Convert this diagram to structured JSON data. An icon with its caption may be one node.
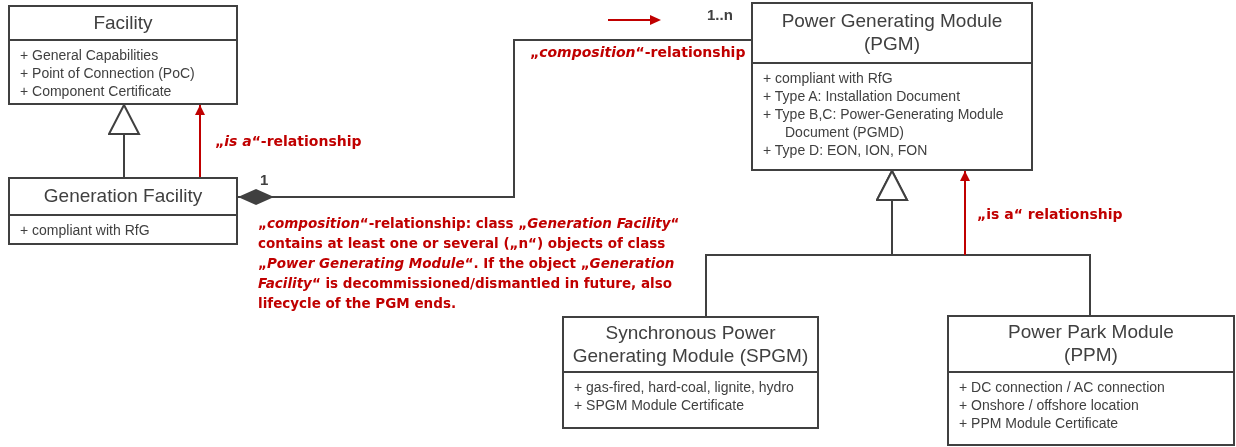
{
  "diagram": {
    "nodes": [
      {
        "text": [
          "Facility",
          "+ General Capabilities",
          "+ Point of Connection (PoC)",
          "+ Component Certificate"
        ]
      },
      {
        "text": [
          "Generation Facility",
          "+ compliant with RfG"
        ]
      },
      {
        "text": [
          "Power Generating Module (PGM)",
          "+ compliant with RfG",
          "+ Type A: Installation Document",
          "+ Type B,C: Power-Generating Module Document (PGMD)",
          "+ Type D: EON, ION, FON"
        ]
      },
      {
        "text": [
          "Synchronous Power Generating Module (SPGM)",
          "+ gas-fired, hard-coal, lignite, hydro",
          "+ SPGM Module Certificate"
        ]
      },
      {
        "text": [
          "Power Park Module (PPM)",
          "+ DC connection / AC connection",
          "+ Onshore / offshore location",
          "+ PPM Module Certificate"
        ]
      }
    ],
    "edges": [
      {
        "from": 1,
        "to": 0,
        "arrow": "to"
      },
      {
        "from": 1,
        "to": 0,
        "arrow": "to",
        "label": "„*is a*“-relationship",
        "color": "#c00000"
      },
      {
        "from": 1,
        "to": 2,
        "arrow": "other",
        "label": "„*composition*“-relationship"
      },
      {
        "from": 3,
        "to": 2,
        "arrow": "to"
      },
      {
        "from": 4,
        "to": 2,
        "arrow": "to"
      },
      {
        "from": null,
        "to": 2,
        "arrow": "to",
        "label": "„is a“ relationship",
        "color": "#c00000"
      }
    ],
    "labels": [
      "1..n",
      "1",
      "„*composition*“-relationship: class „*Generation Facility*“ contains at least one or several („n“) objects of class „*Power Generating Module*“. If the object „*Generation Facility*“ is decommissioned/dismantled in future, also lifecycle of the PGM ends."
    ]
  }
}
